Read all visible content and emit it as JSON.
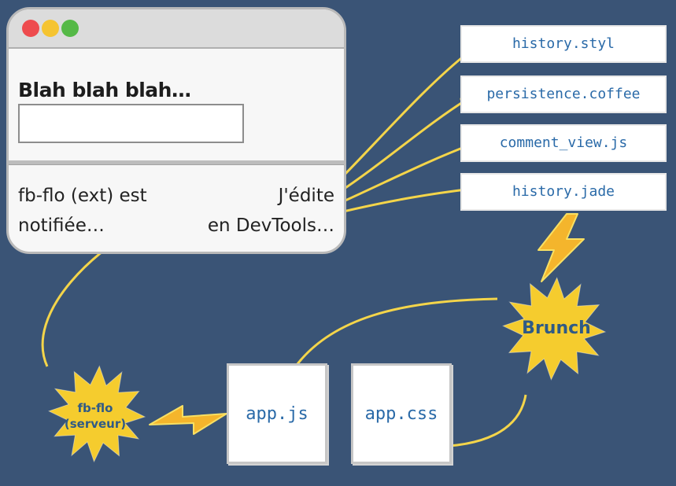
{
  "browser": {
    "page_title": "Blah blah blah…",
    "notify_left_line1": "fb-flo (ext) est",
    "notify_left_line2": "notifiée…",
    "notify_right_line1": "J'édite",
    "notify_right_line2": "en DevTools…"
  },
  "files": {
    "styl": "history.styl",
    "coffee": "persistence.coffee",
    "comment_view": "comment_view.js",
    "jade": "history.jade",
    "app_js": "app.js",
    "app_css": "app.css"
  },
  "badges": {
    "brunch": "Brunch",
    "fbflo_line1": "fb-flo",
    "fbflo_line2": "(serveur)"
  },
  "colors": {
    "background": "#3a5476",
    "arrow_yellow": "#f4d54a",
    "arrow_blue": "#2a6fc0",
    "burst": "#f5cc2e",
    "bolt": "#f4b52c",
    "file_text": "#2a6aa8"
  },
  "icons": [
    "lightning-bolt-icon",
    "starburst-icon",
    "arrow-icon"
  ]
}
